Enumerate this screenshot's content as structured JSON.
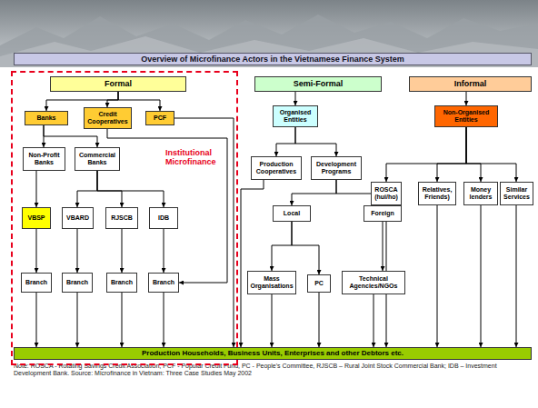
{
  "diagram": {
    "title": "Overview of Microfinance Actors in the Vietnamese Finance System",
    "caption": "Note: ROSCA - Rotating Savings Credit Association, PCF - Popular Credit Fund, PC - People's Committee, RJSCB – Rural Joint Stock Commercial Bank; IDB – Investment Development Bank. Source: Microfinance in Vietnam: Three Case Studies May 2002",
    "nodes": [
      {
        "text": [
          "Institutional Microfinance"
        ]
      },
      {
        "text": [
          "Formal"
        ],
        "in": 0
      },
      {
        "text": [
          "Banks"
        ],
        "in": 0
      },
      {
        "text": [
          "Credit Cooperatives"
        ],
        "in": 0
      },
      {
        "text": [
          "PCF"
        ],
        "in": 0
      },
      {
        "text": [
          "Non-Profit Banks"
        ],
        "in": 0
      },
      {
        "text": [
          "Commercial Banks"
        ],
        "in": 0
      },
      {
        "text": [
          "VBSP"
        ],
        "in": 0
      },
      {
        "text": [
          "VBARD"
        ],
        "in": 0
      },
      {
        "text": [
          "RJSCB"
        ],
        "in": 0
      },
      {
        "text": [
          "IDB"
        ],
        "in": 0
      },
      {
        "text": [
          "Branch"
        ],
        "in": 0
      },
      {
        "text": [
          "Branch"
        ],
        "in": 0
      },
      {
        "text": [
          "Branch"
        ],
        "in": 0
      },
      {
        "text": [
          "Branch"
        ],
        "in": 0
      },
      {
        "text": [
          "Semi-Formal"
        ]
      },
      {
        "text": [
          "Organised Entities"
        ]
      },
      {
        "text": [
          "Production Cooperatives"
        ]
      },
      {
        "text": [
          "Development Programs"
        ]
      },
      {
        "text": [
          "Local"
        ]
      },
      {
        "text": [
          "Foreign"
        ]
      },
      {
        "text": [
          "Mass Organisations"
        ]
      },
      {
        "text": [
          "PC"
        ]
      },
      {
        "text": [
          "Technical Agencies/NGOs"
        ]
      },
      {
        "text": [
          "Informal"
        ]
      },
      {
        "text": [
          "Non-Organised Entities"
        ]
      },
      {
        "text": [
          "ROSCA (hui/ho)"
        ]
      },
      {
        "text": [
          "Relatives, Friends)"
        ]
      },
      {
        "text": [
          "Money lenders"
        ]
      },
      {
        "text": [
          "Similar Services"
        ]
      },
      {
        "text": [
          "Production Households, Business Units, Enterprises and other Debtors etc."
        ]
      }
    ],
    "edges": [
      {
        "from": 1,
        "to": 2,
        "arrow": "to"
      },
      {
        "from": 1,
        "to": 3,
        "arrow": "to"
      },
      {
        "from": 1,
        "to": 4,
        "arrow": "to"
      },
      {
        "from": 2,
        "to": 5,
        "arrow": "to"
      },
      {
        "from": 2,
        "to": 6,
        "arrow": "to"
      },
      {
        "from": 3,
        "to": 14,
        "arrow": "to"
      },
      {
        "from": 4,
        "to": 30,
        "arrow": "to"
      },
      {
        "from": 5,
        "to": 7,
        "arrow": "to"
      },
      {
        "from": 6,
        "to": 8,
        "arrow": "to"
      },
      {
        "from": 6,
        "to": 9,
        "arrow": "to"
      },
      {
        "from": 6,
        "to": 10,
        "arrow": "to"
      },
      {
        "from": 7,
        "to": 11,
        "arrow": "to"
      },
      {
        "from": 8,
        "to": 12,
        "arrow": "to"
      },
      {
        "from": 9,
        "to": 13,
        "arrow": "to"
      },
      {
        "from": 10,
        "to": 14,
        "arrow": "to"
      },
      {
        "from": 11,
        "to": 30,
        "arrow": "to"
      },
      {
        "from": 12,
        "to": 30,
        "arrow": "to"
      },
      {
        "from": 13,
        "to": 30,
        "arrow": "to"
      },
      {
        "from": 14,
        "to": 30,
        "arrow": "to"
      },
      {
        "from": 15,
        "to": 16,
        "arrow": "to"
      },
      {
        "from": 16,
        "to": 17,
        "arrow": "to"
      },
      {
        "from": 16,
        "to": 18,
        "arrow": "to"
      },
      {
        "from": 17,
        "to": 30,
        "arrow": "to"
      },
      {
        "from": 18,
        "to": 19,
        "arrow": "to"
      },
      {
        "from": 18,
        "to": 20,
        "arrow": "to"
      },
      {
        "from": 19,
        "to": 21,
        "arrow": "to"
      },
      {
        "from": 19,
        "to": 22,
        "arrow": "to"
      },
      {
        "from": 20,
        "to": 23,
        "arrow": "to"
      },
      {
        "from": 21,
        "to": 30,
        "arrow": "to"
      },
      {
        "from": 22,
        "to": 30,
        "arrow": "to"
      },
      {
        "from": 23,
        "to": 30,
        "arrow": "to"
      },
      {
        "from": 24,
        "to": 25,
        "arrow": "to"
      },
      {
        "from": 25,
        "to": 26,
        "arrow": "to"
      },
      {
        "from": 25,
        "to": 27,
        "arrow": "to"
      },
      {
        "from": 25,
        "to": 28,
        "arrow": "to"
      },
      {
        "from": 25,
        "to": 29,
        "arrow": "to"
      },
      {
        "from": 26,
        "to": 30,
        "arrow": "to"
      },
      {
        "from": 27,
        "to": 30,
        "arrow": "to"
      },
      {
        "from": 28,
        "to": 30,
        "arrow": "to"
      },
      {
        "from": 29,
        "to": 30,
        "arrow": "to"
      }
    ]
  }
}
